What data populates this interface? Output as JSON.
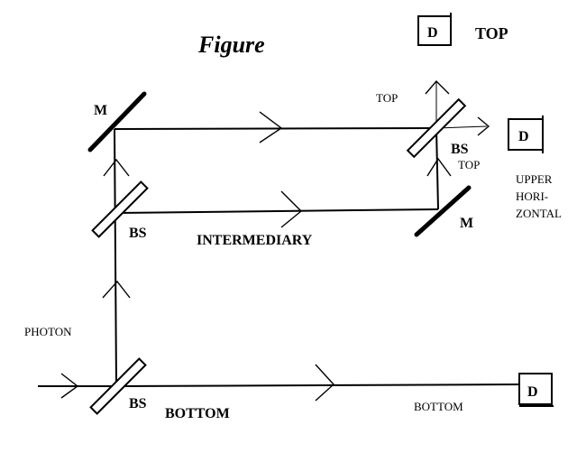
{
  "title": "Figure",
  "labels": {
    "mirror_top": "M",
    "mirror_right": "M",
    "bs_bottom": "BS",
    "bs_middle": "BS",
    "bs_top": "BS",
    "detector": "D",
    "top": "TOP",
    "top_arrow_label": "TOP",
    "top_small_label": "TOP",
    "upper_horizontal": [
      "UPPER",
      "HORI-",
      "ZONTAL"
    ],
    "intermediary": "INTERMEDIARY",
    "photon": "PHOTON",
    "bottom_path": "BOTTOM",
    "bottom_small": "BOTTOM"
  }
}
